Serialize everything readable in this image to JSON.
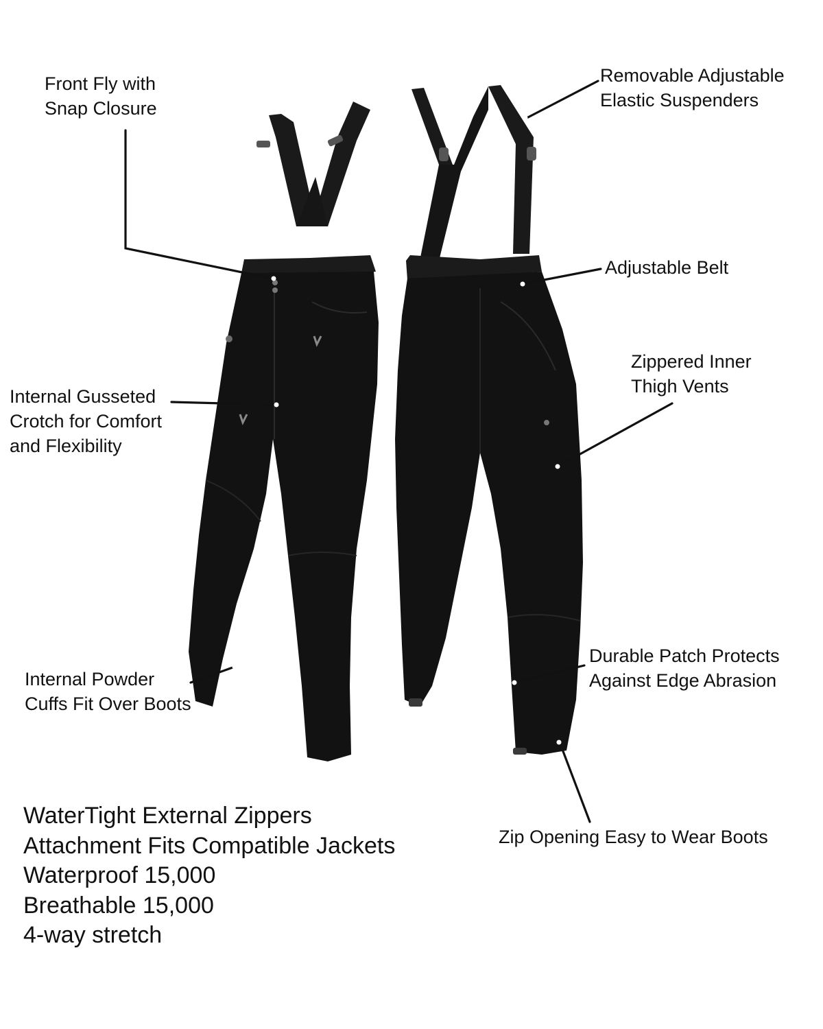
{
  "callouts": {
    "front_fly": [
      "Front Fly with",
      "Snap Closure"
    ],
    "suspenders": [
      "Removable Adjustable",
      "Elastic Suspenders"
    ],
    "belt": [
      "Adjustable Belt"
    ],
    "crotch": [
      "Internal Gusseted",
      "Crotch for Comfort",
      "and Flexibility"
    ],
    "thigh_vents": [
      "Zippered Inner",
      "Thigh Vents"
    ],
    "powder_cuffs": [
      "Internal Powder",
      "Cuffs Fit Over Boots"
    ],
    "edge_patch": [
      "Durable Patch Protects",
      "Against Edge Abrasion"
    ],
    "zip_opening": [
      "Zip Opening Easy to Wear Boots"
    ]
  },
  "specs": [
    "WaterTight External Zippers",
    "Attachment Fits Compatible Jackets",
    "Waterproof 15,000",
    "Breathable 15,000",
    "4-way stretch"
  ],
  "colors": {
    "garment": "#121212",
    "text": "#111111",
    "dot": "#ffffff",
    "background": "#ffffff"
  }
}
